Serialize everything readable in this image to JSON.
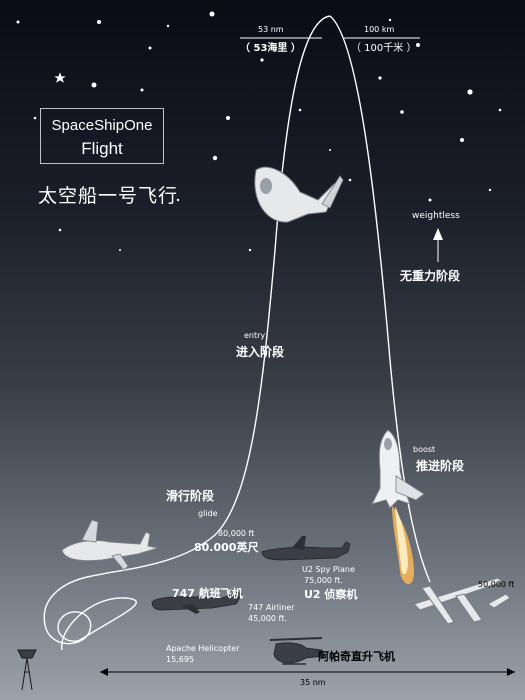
{
  "title": {
    "en_line1": "SpaceShipOne",
    "en_line2": "Flight",
    "cn": "太空船一号飞行"
  },
  "apogee": {
    "left_en": "53 nm",
    "left_cn": "（ 53海里 ）",
    "right_en": "100 km",
    "right_cn": "（ 100千米 ）"
  },
  "phases": {
    "weightless_en": "weightless",
    "weightless_cn": "无重力阶段",
    "entry_en": "entry",
    "entry_cn": "进入阶段",
    "boost_en": "boost",
    "boost_cn": "推进阶段",
    "glide_cn": "滑行阶段",
    "glide_en": "glide"
  },
  "altitudes": {
    "ft80_en": "80,000 ft",
    "ft80_cn": "80.000英尺",
    "u2_en1": "U2 Spy Plane",
    "u2_en2": "75,000 ft.",
    "u2_cn": "U2  侦察机",
    "b747_cn": "747  航班飞机",
    "b747_en1": "747 Airliner",
    "b747_en2": "45,000 ft.",
    "apache_en1": "Apache Helicopter",
    "apache_en2": "15,695",
    "apache_cn": "阿帕奇直升飞机",
    "ft50": "50,000 ft"
  },
  "ground": {
    "distance": "35 nm"
  },
  "colors": {
    "trajectory": "#ffffff",
    "plume": "#f2b45a"
  }
}
